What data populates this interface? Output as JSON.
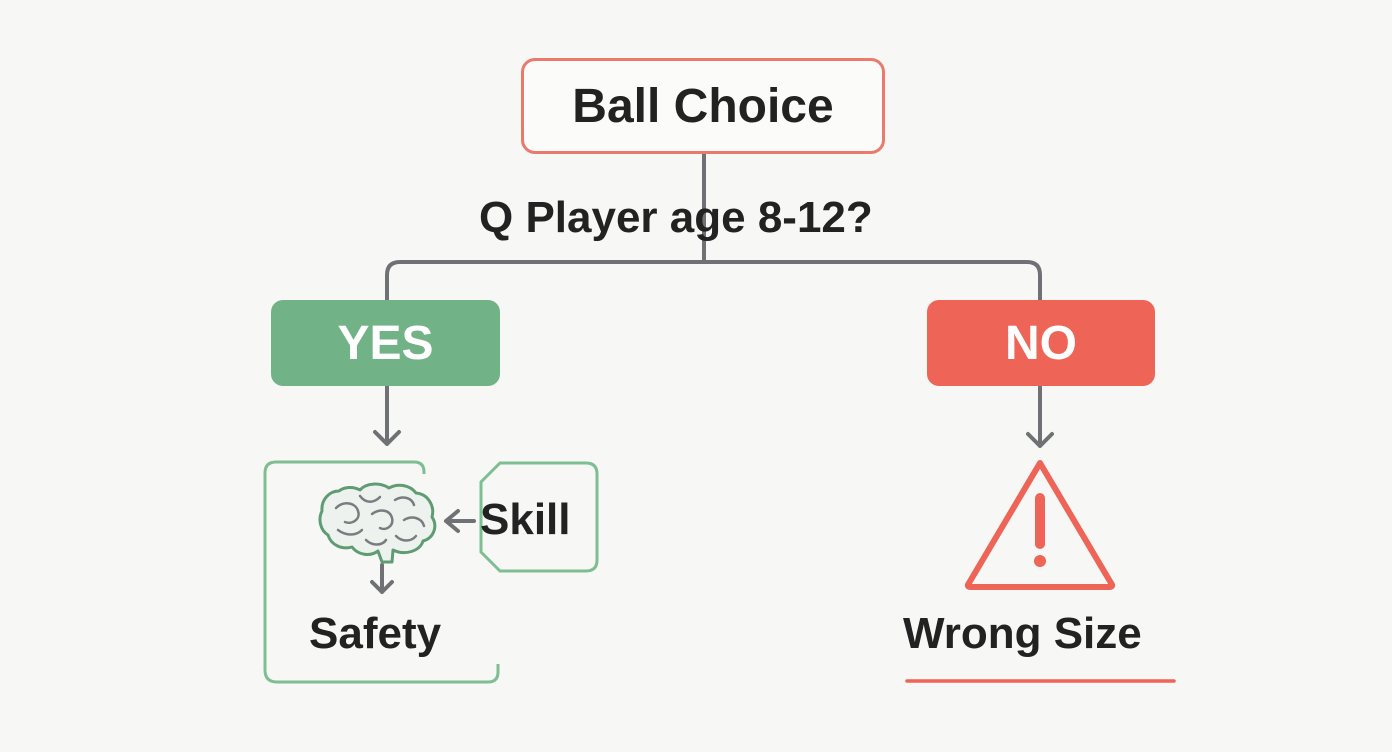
{
  "title": "Ball Choice",
  "question": "Q Player age 8-12?",
  "branches": {
    "yes": {
      "label": "YES",
      "color": "#71b287"
    },
    "no": {
      "label": "NO",
      "color": "#ee6457"
    }
  },
  "yes_outcomes": {
    "skill": "Skill",
    "safety": "Safety"
  },
  "no_outcome": {
    "label": "Wrong Size"
  },
  "icons": [
    "brain-icon",
    "warning-triangle-icon"
  ],
  "colors": {
    "title_border": "#ea7b6c",
    "connector": "#707174",
    "text": "#222222"
  }
}
